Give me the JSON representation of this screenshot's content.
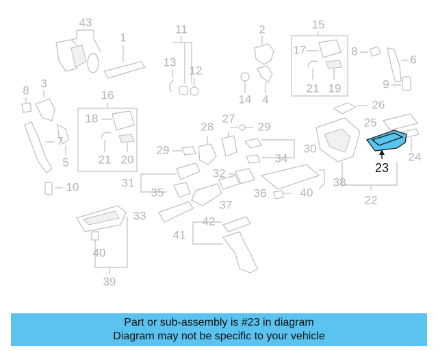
{
  "callouts": [
    {
      "id": "c43",
      "label": "43"
    },
    {
      "id": "c1",
      "label": "1"
    },
    {
      "id": "c11",
      "label": "11"
    },
    {
      "id": "c13",
      "label": "13"
    },
    {
      "id": "c12",
      "label": "12"
    },
    {
      "id": "c2",
      "label": "2"
    },
    {
      "id": "c14",
      "label": "14"
    },
    {
      "id": "c4",
      "label": "4"
    },
    {
      "id": "c15",
      "label": "15"
    },
    {
      "id": "c17a",
      "label": "17"
    },
    {
      "id": "c21a",
      "label": "21"
    },
    {
      "id": "c19",
      "label": "19"
    },
    {
      "id": "c8a",
      "label": "8"
    },
    {
      "id": "c6",
      "label": "6"
    },
    {
      "id": "c9",
      "label": "9"
    },
    {
      "id": "c8b",
      "label": "8"
    },
    {
      "id": "c3",
      "label": "3"
    },
    {
      "id": "c16",
      "label": "16"
    },
    {
      "id": "c18",
      "label": "18"
    },
    {
      "id": "c21b",
      "label": "21"
    },
    {
      "id": "c20",
      "label": "20"
    },
    {
      "id": "c7",
      "label": "7"
    },
    {
      "id": "c5",
      "label": "5"
    },
    {
      "id": "c10",
      "label": "10"
    },
    {
      "id": "c28",
      "label": "28"
    },
    {
      "id": "c27",
      "label": "27"
    },
    {
      "id": "c29a",
      "label": "29"
    },
    {
      "id": "c29b",
      "label": "29"
    },
    {
      "id": "c26",
      "label": "26"
    },
    {
      "id": "c25",
      "label": "25"
    },
    {
      "id": "c24",
      "label": "24"
    },
    {
      "id": "c30",
      "label": "30"
    },
    {
      "id": "c34",
      "label": "34"
    },
    {
      "id": "c31",
      "label": "31"
    },
    {
      "id": "c32",
      "label": "32"
    },
    {
      "id": "c35",
      "label": "35"
    },
    {
      "id": "c36",
      "label": "36"
    },
    {
      "id": "c37",
      "label": "37"
    },
    {
      "id": "c38",
      "label": "38"
    },
    {
      "id": "c40a",
      "label": "40"
    },
    {
      "id": "c22",
      "label": "22"
    },
    {
      "id": "c33",
      "label": "33"
    },
    {
      "id": "c42",
      "label": "42"
    },
    {
      "id": "c41",
      "label": "41"
    },
    {
      "id": "c40b",
      "label": "40"
    },
    {
      "id": "c39",
      "label": "39"
    }
  ],
  "highlight": {
    "label": "23"
  },
  "banner": {
    "line1": "Part or sub-assembly is #23 in diagram",
    "line2": "Diagram may not be specific to your vehicle",
    "color": "#5ac3f0"
  }
}
